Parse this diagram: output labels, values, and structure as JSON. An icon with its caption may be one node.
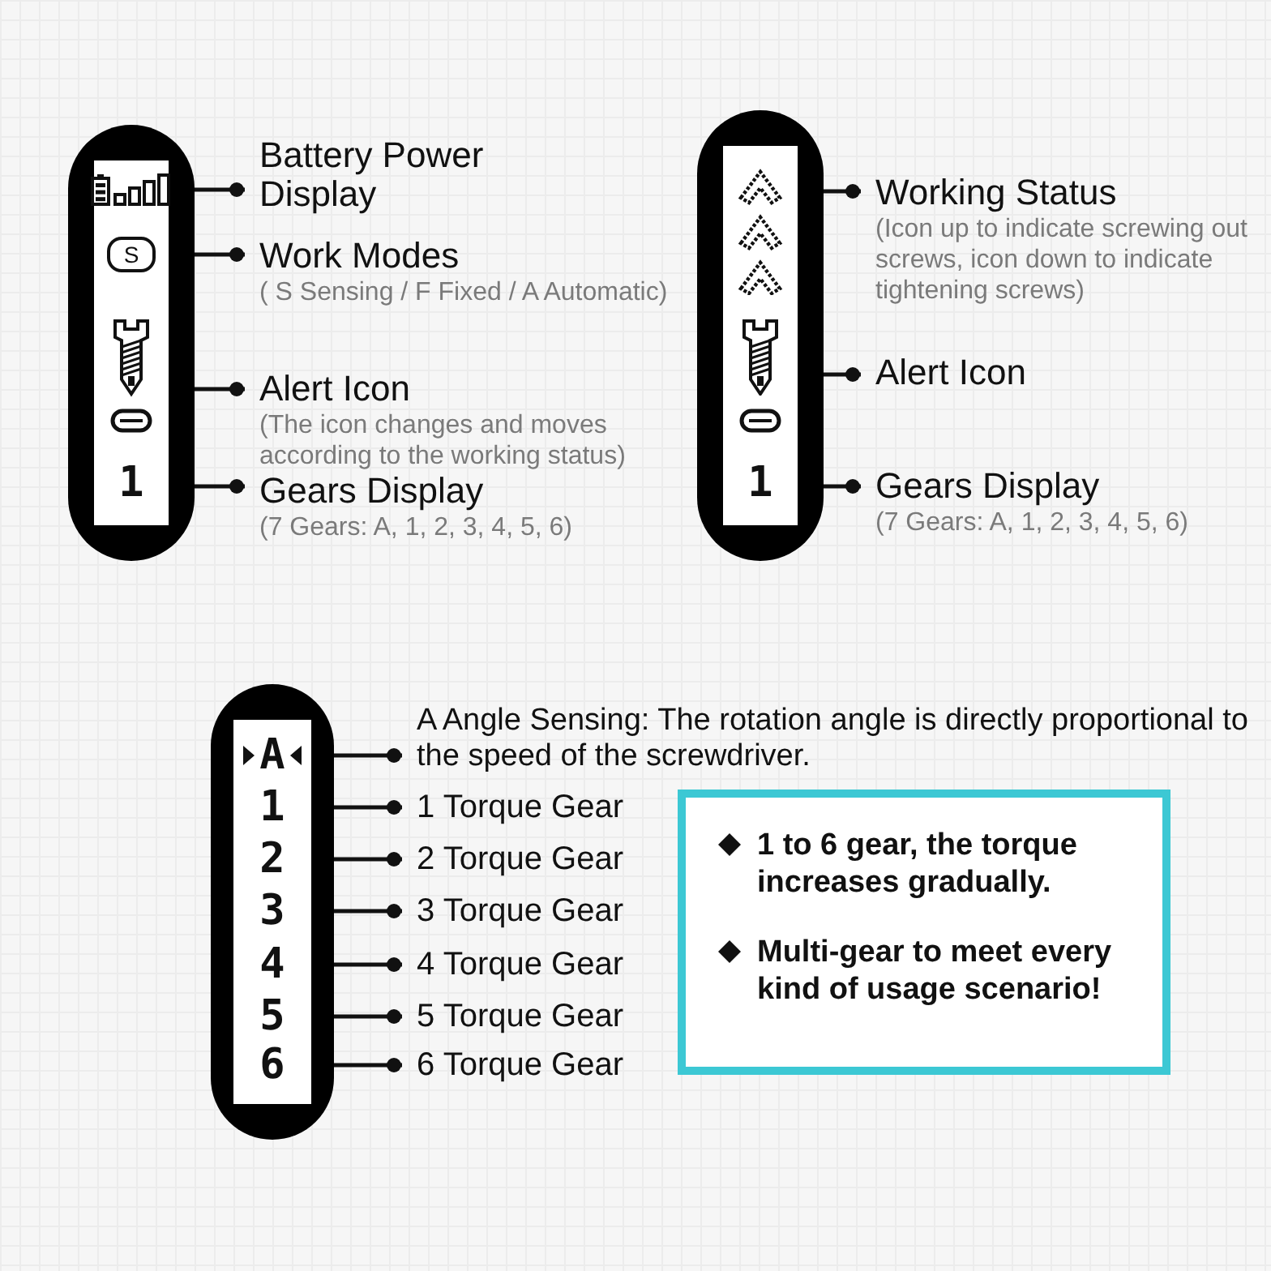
{
  "diagram": {
    "nodes": [
      {
        "text": [],
        "shape": "box"
      },
      {
        "text": [],
        "shape": "picture",
        "in": 0
      },
      {
        "text": [
          "S"
        ],
        "in": 0
      },
      {
        "text": [],
        "shape": "picture",
        "in": 0
      },
      {
        "text": [
          "1"
        ],
        "in": 0
      },
      {
        "text": [
          "Battery Power Display"
        ]
      },
      {
        "text": [
          "Work Modes",
          "( S Sensing / F Fixed / A Automatic)"
        ]
      },
      {
        "text": [
          "Alert Icon",
          "(The icon changes and moves according to the working status)"
        ]
      },
      {
        "text": [
          "Gears Display",
          "(7 Gears: A, 1, 2, 3, 4, 5, 6)"
        ]
      },
      {
        "text": [],
        "shape": "box"
      },
      {
        "text": [],
        "shape": "picture",
        "in": 9
      },
      {
        "text": [],
        "shape": "picture",
        "in": 9
      },
      {
        "text": [
          "1"
        ],
        "in": 9
      },
      {
        "text": [
          "Working Status",
          "(Icon up to indicate screwing out screws, icon down to indicate tightening screws)"
        ]
      },
      {
        "text": [
          "Alert Icon"
        ]
      },
      {
        "text": [
          "Gears Display",
          "(7 Gears: A, 1, 2, 3, 4, 5, 6)"
        ]
      },
      {
        "text": [],
        "shape": "box"
      },
      {
        "text": [
          "A"
        ],
        "in": 16
      },
      {
        "text": [
          "1"
        ],
        "in": 16
      },
      {
        "text": [
          "2"
        ],
        "in": 16
      },
      {
        "text": [
          "3"
        ],
        "in": 16
      },
      {
        "text": [
          "4"
        ],
        "in": 16
      },
      {
        "text": [
          "5"
        ],
        "in": 16
      },
      {
        "text": [
          "6"
        ],
        "in": 16
      },
      {
        "text": [
          "A Angle Sensing: The rotation angle is directly proportional to the speed of the screwdriver."
        ]
      },
      {
        "text": [
          "1 Torque Gear"
        ]
      },
      {
        "text": [
          "2 Torque Gear"
        ]
      },
      {
        "text": [
          "3 Torque Gear"
        ]
      },
      {
        "text": [
          "4 Torque Gear"
        ]
      },
      {
        "text": [
          "5 Torque Gear"
        ]
      },
      {
        "text": [
          "6 Torque Gear"
        ]
      },
      {
        "text": [
          "1 to 6 gear, the torque increases gradually.",
          "Multi-gear to meet every kind of usage scenario!"
        ]
      }
    ],
    "edges": [
      {
        "from": 5,
        "to": 1,
        "arrow": "other"
      },
      {
        "from": 6,
        "to": 2,
        "arrow": "other"
      },
      {
        "from": 7,
        "to": 3,
        "arrow": "other"
      },
      {
        "from": 8,
        "to": 4,
        "arrow": "other"
      },
      {
        "from": 13,
        "to": 10,
        "arrow": "other"
      },
      {
        "from": 14,
        "to": 11,
        "arrow": "other"
      },
      {
        "from": 15,
        "to": 12,
        "arrow": "other"
      },
      {
        "from": 24,
        "to": 17,
        "arrow": "other"
      },
      {
        "from": 25,
        "to": 18,
        "arrow": "other"
      },
      {
        "from": 26,
        "to": 19,
        "arrow": "other"
      },
      {
        "from": 27,
        "to": 20,
        "arrow": "other"
      },
      {
        "from": 28,
        "to": 21,
        "arrow": "other"
      },
      {
        "from": 29,
        "to": 22,
        "arrow": "other"
      },
      {
        "from": 30,
        "to": 23,
        "arrow": "other"
      }
    ]
  }
}
